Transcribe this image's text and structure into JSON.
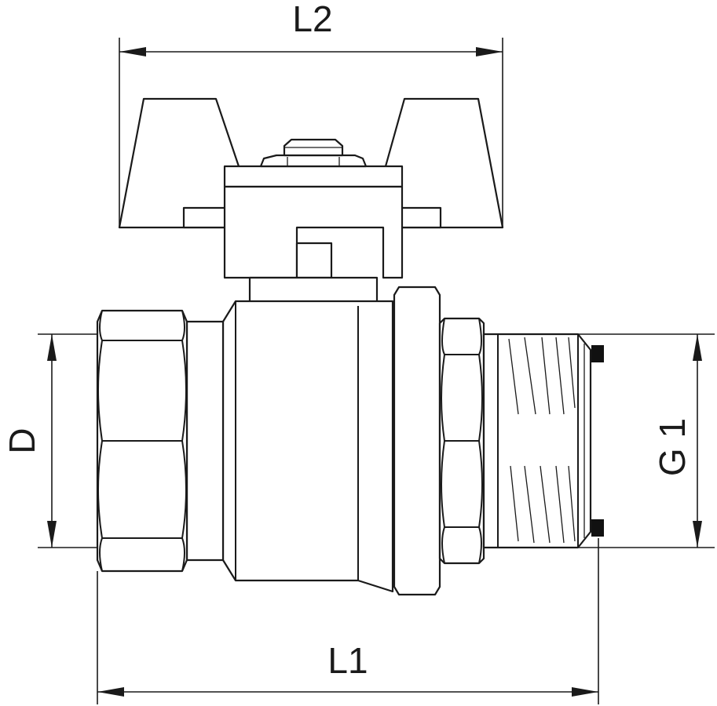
{
  "labels": {
    "handle_width": "L2",
    "overall_length": "L1",
    "inlet_diameter": "D",
    "outlet_thread": "G 1"
  },
  "colors": {
    "line": "#1a1a1a",
    "seal": "#111111",
    "background": "#ffffff"
  }
}
